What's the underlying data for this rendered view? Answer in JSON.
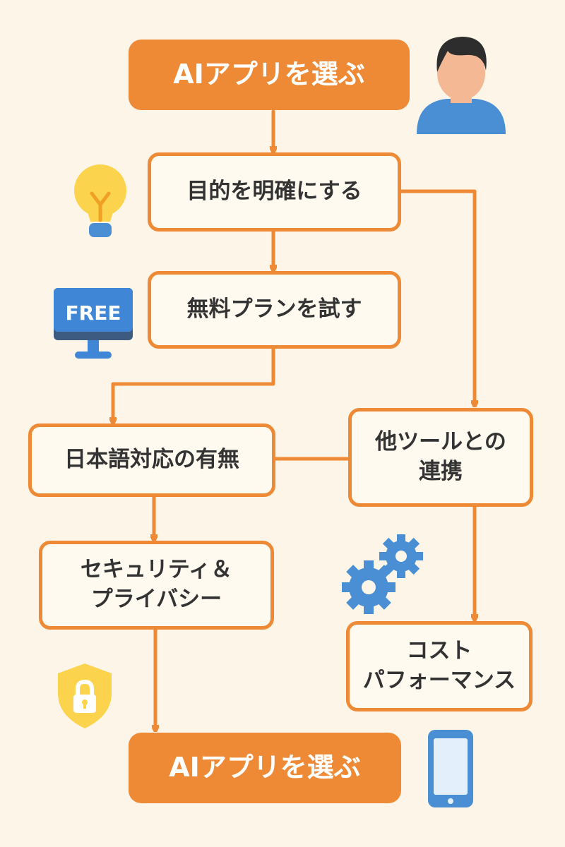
{
  "nodes": {
    "start": "AIアプリを選ぶ",
    "purpose": "目的を明確にする",
    "free_trial": "無料プランを試す",
    "japanese": "日本語対応の有無",
    "security": {
      "line1": "セキュリティ＆",
      "line2": "プライバシー"
    },
    "integration": {
      "line1": "他ツールとの",
      "line2": "連携"
    },
    "cost": {
      "line1": "コスト",
      "line2": "パフォーマンス"
    },
    "end": "AIアプリを選ぶ"
  },
  "icons": {
    "person": "person-icon",
    "bulb": "lightbulb-icon",
    "monitor": "monitor-icon",
    "monitor_text": "FREE",
    "gears": "gears-icon",
    "shield": "shield-lock-icon",
    "phone": "smartphone-icon"
  },
  "colors": {
    "accent": "#ee8a36",
    "background": "#fdf6e8",
    "node_fill": "#fffaf0",
    "text": "#333333",
    "blue": "#4a8fd4",
    "yellow": "#fcd34d"
  }
}
